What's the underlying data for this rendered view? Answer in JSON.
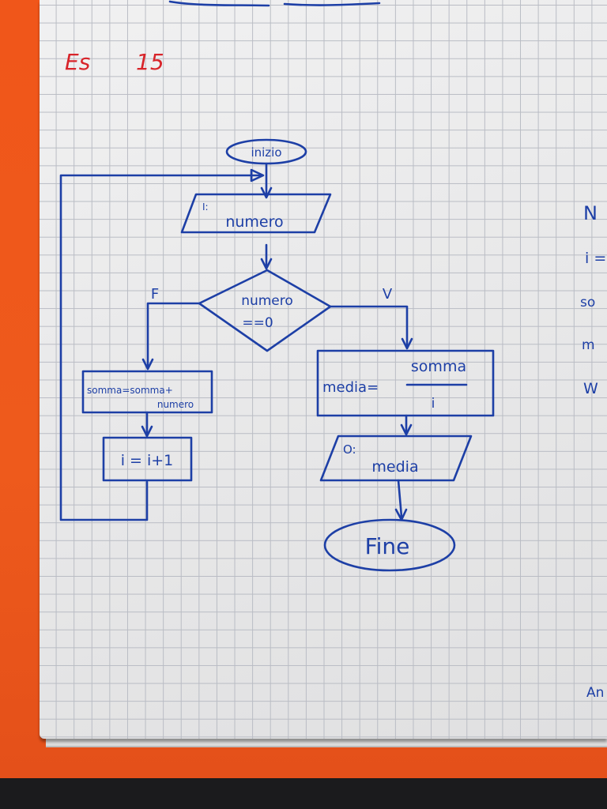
{
  "header": {
    "exercise_label": "Es",
    "exercise_number": "15"
  },
  "flowchart": {
    "start": "inizio",
    "input": {
      "prefix": "I:",
      "value": "numero"
    },
    "decision": {
      "line1": "numero",
      "line2": "==0"
    },
    "branch_false": "F",
    "branch_true": "V",
    "sum_step": {
      "line1": "somma=somma+",
      "line2": "numero"
    },
    "increment_step": "i = i+1",
    "mean_step": {
      "label": "media=",
      "numerator": "somma",
      "denominator": "i"
    },
    "output": {
      "prefix": "O:",
      "value": "media"
    },
    "end": "Fine"
  },
  "margin_notes": [
    "N",
    "i =",
    "so",
    "m",
    "W",
    "An"
  ],
  "colors": {
    "ink": "#1d3fa6",
    "red_ink": "#d8242a",
    "desk": "#f0561a",
    "paper": "#e9e9ea",
    "grid": "#b9bcc4"
  }
}
